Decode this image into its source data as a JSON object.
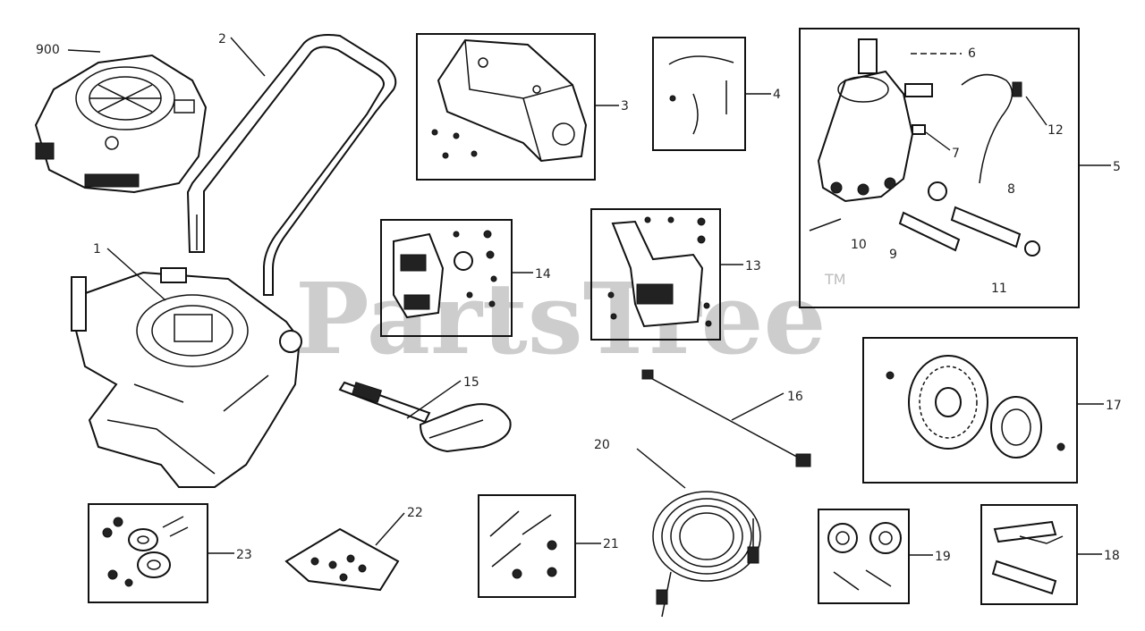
{
  "watermark": "PartsTree",
  "trademark": "TM",
  "callouts": {
    "c900": "900",
    "c1": "1",
    "c2": "2",
    "c3": "3",
    "c4": "4",
    "c5": "5",
    "c6": "6",
    "c7": "7",
    "c8": "8",
    "c9": "9",
    "c10": "10",
    "c11": "11",
    "c12": "12",
    "c13": "13",
    "c14": "14",
    "c15": "15",
    "c16": "16",
    "c17": "17",
    "c18": "18",
    "c19": "19",
    "c20": "20",
    "c21": "21",
    "c22": "22",
    "c23": "23"
  }
}
